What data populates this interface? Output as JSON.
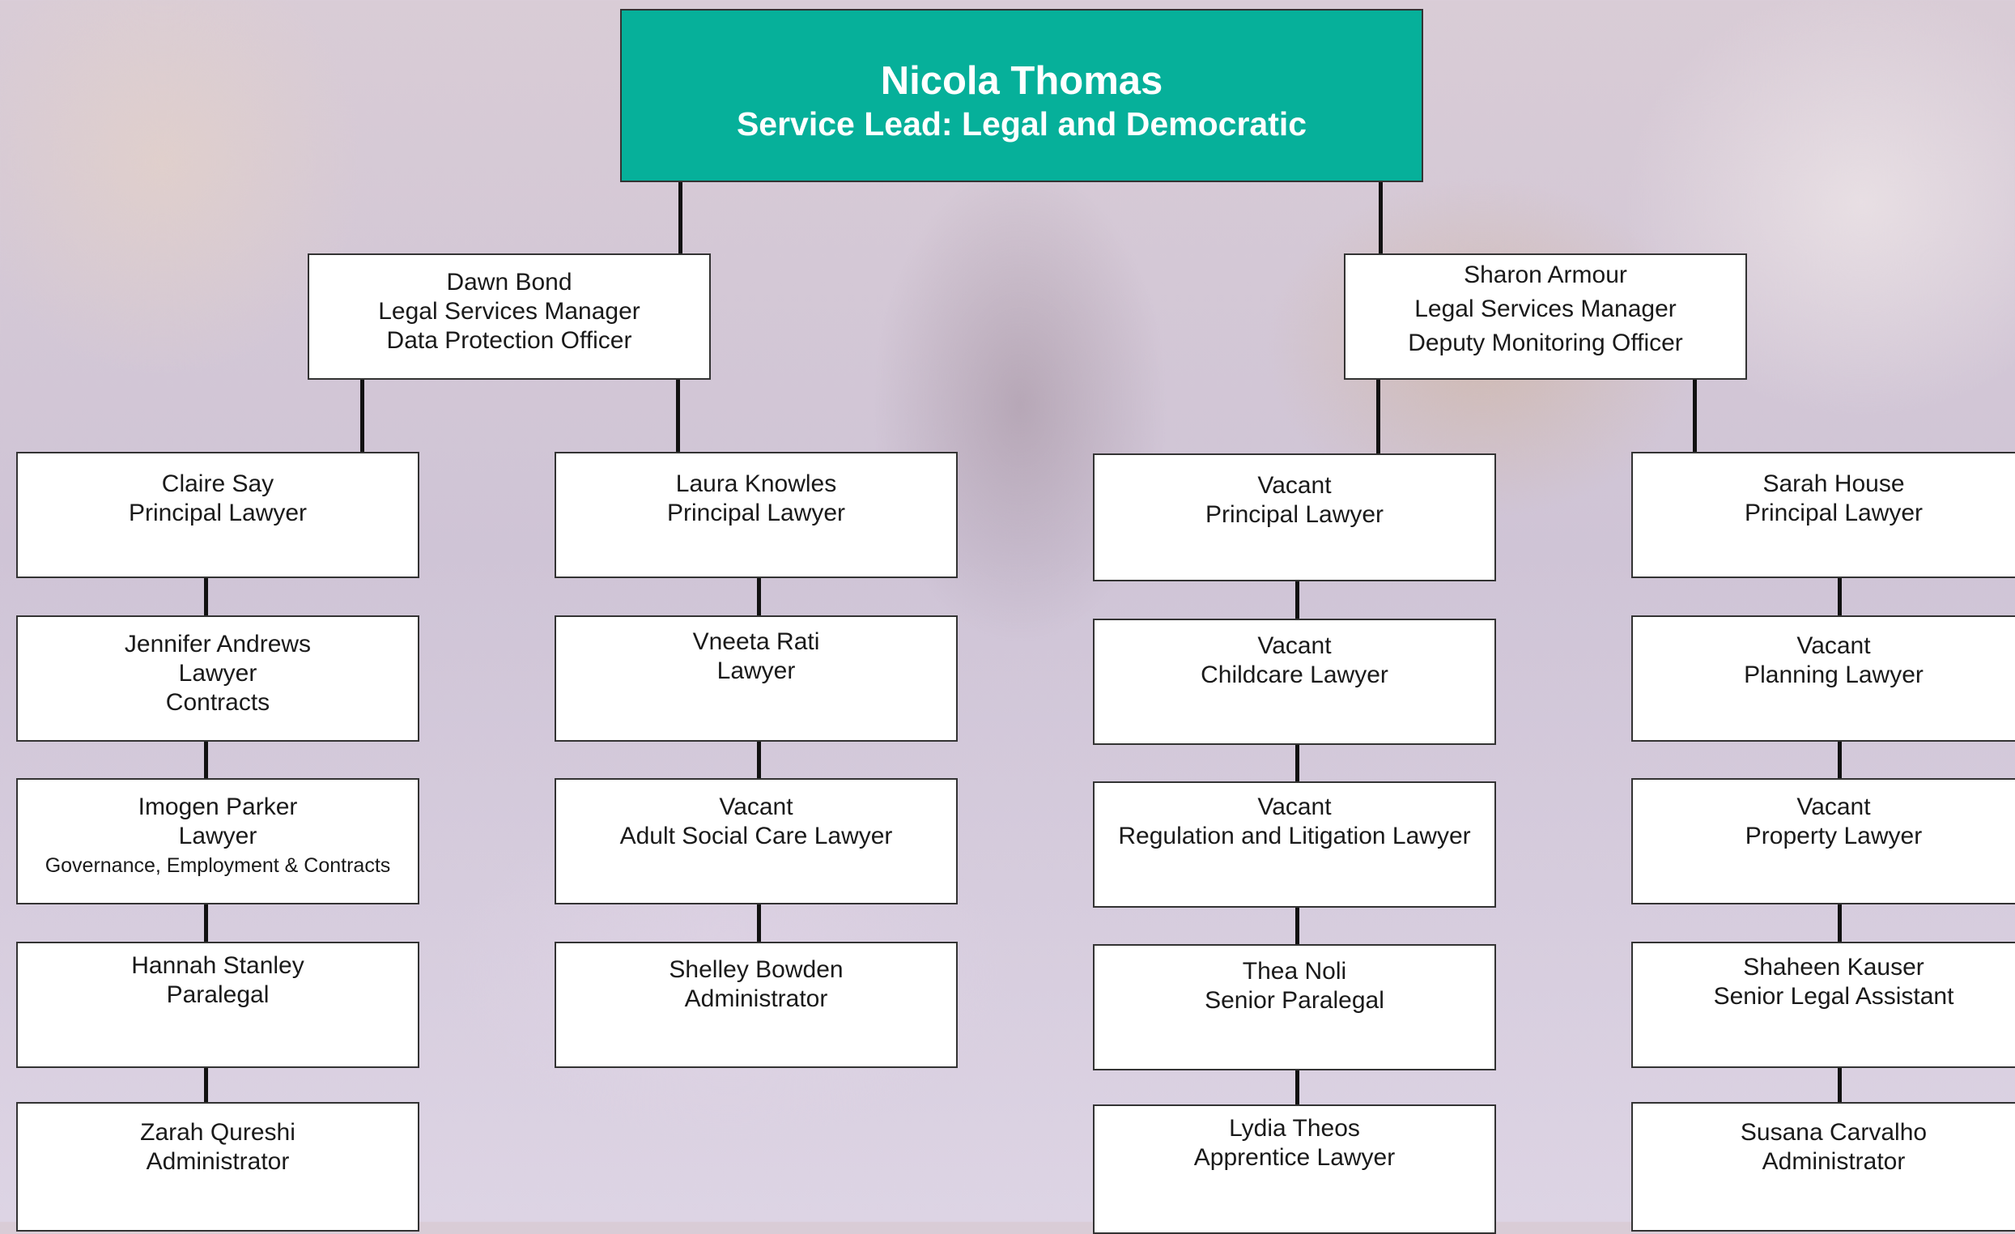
{
  "head": {
    "name": "Nicola Thomas",
    "role": "Service Lead: Legal and Democratic"
  },
  "managers": {
    "left": {
      "lines": [
        "Dawn Bond",
        "Legal Services Manager",
        "Data Protection Officer"
      ]
    },
    "right": {
      "lines": [
        "Sharon Armour",
        "Legal Services Manager",
        "Deputy Monitoring Officer"
      ]
    }
  },
  "columns": [
    [
      [
        "Claire Say",
        "Principal Lawyer"
      ],
      [
        "Jennifer Andrews",
        "Lawyer",
        "Contracts"
      ],
      [
        "Imogen Parker",
        "Lawyer",
        "Governance, Employment & Contracts"
      ],
      [
        "Hannah Stanley",
        "Paralegal"
      ],
      [
        "Zarah Qureshi",
        "Administrator"
      ]
    ],
    [
      [
        "Laura Knowles",
        "Principal Lawyer"
      ],
      [
        "Vneeta Rati",
        "Lawyer"
      ],
      [
        "Vacant",
        "Adult Social Care Lawyer"
      ],
      [
        "Shelley Bowden",
        "Administrator"
      ]
    ],
    [
      [
        "Vacant",
        "Principal Lawyer"
      ],
      [
        "Vacant",
        "Childcare Lawyer"
      ],
      [
        "Vacant",
        "Regulation and Litigation Lawyer"
      ],
      [
        "Thea Noli",
        "Senior Paralegal"
      ],
      [
        "Lydia Theos",
        "Apprentice Lawyer"
      ]
    ],
    [
      [
        "Sarah House",
        "Principal Lawyer"
      ],
      [
        "Vacant",
        "Planning Lawyer"
      ],
      [
        "Vacant",
        "Property Lawyer"
      ],
      [
        "Shaheen Kauser",
        "Senior Legal Assistant"
      ],
      [
        "Susana Carvalho",
        "Administrator"
      ]
    ]
  ]
}
